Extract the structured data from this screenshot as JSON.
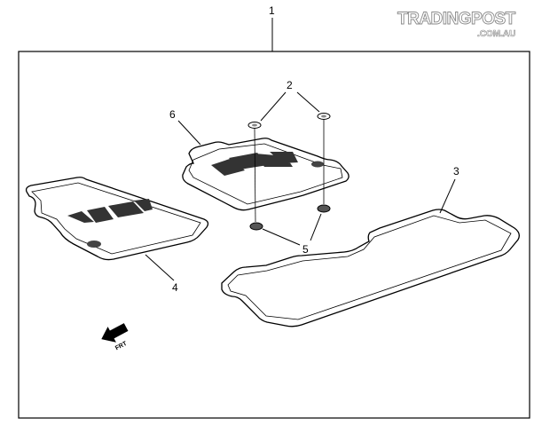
{
  "watermark": {
    "brand": "TRADINGPOST",
    "domain": ".COM.AU"
  },
  "diagram": {
    "callouts": {
      "c1": "1",
      "c2": "2",
      "c3": "3",
      "c4": "4",
      "c5": "5",
      "c6": "6"
    },
    "front_indicator": "FRT"
  }
}
